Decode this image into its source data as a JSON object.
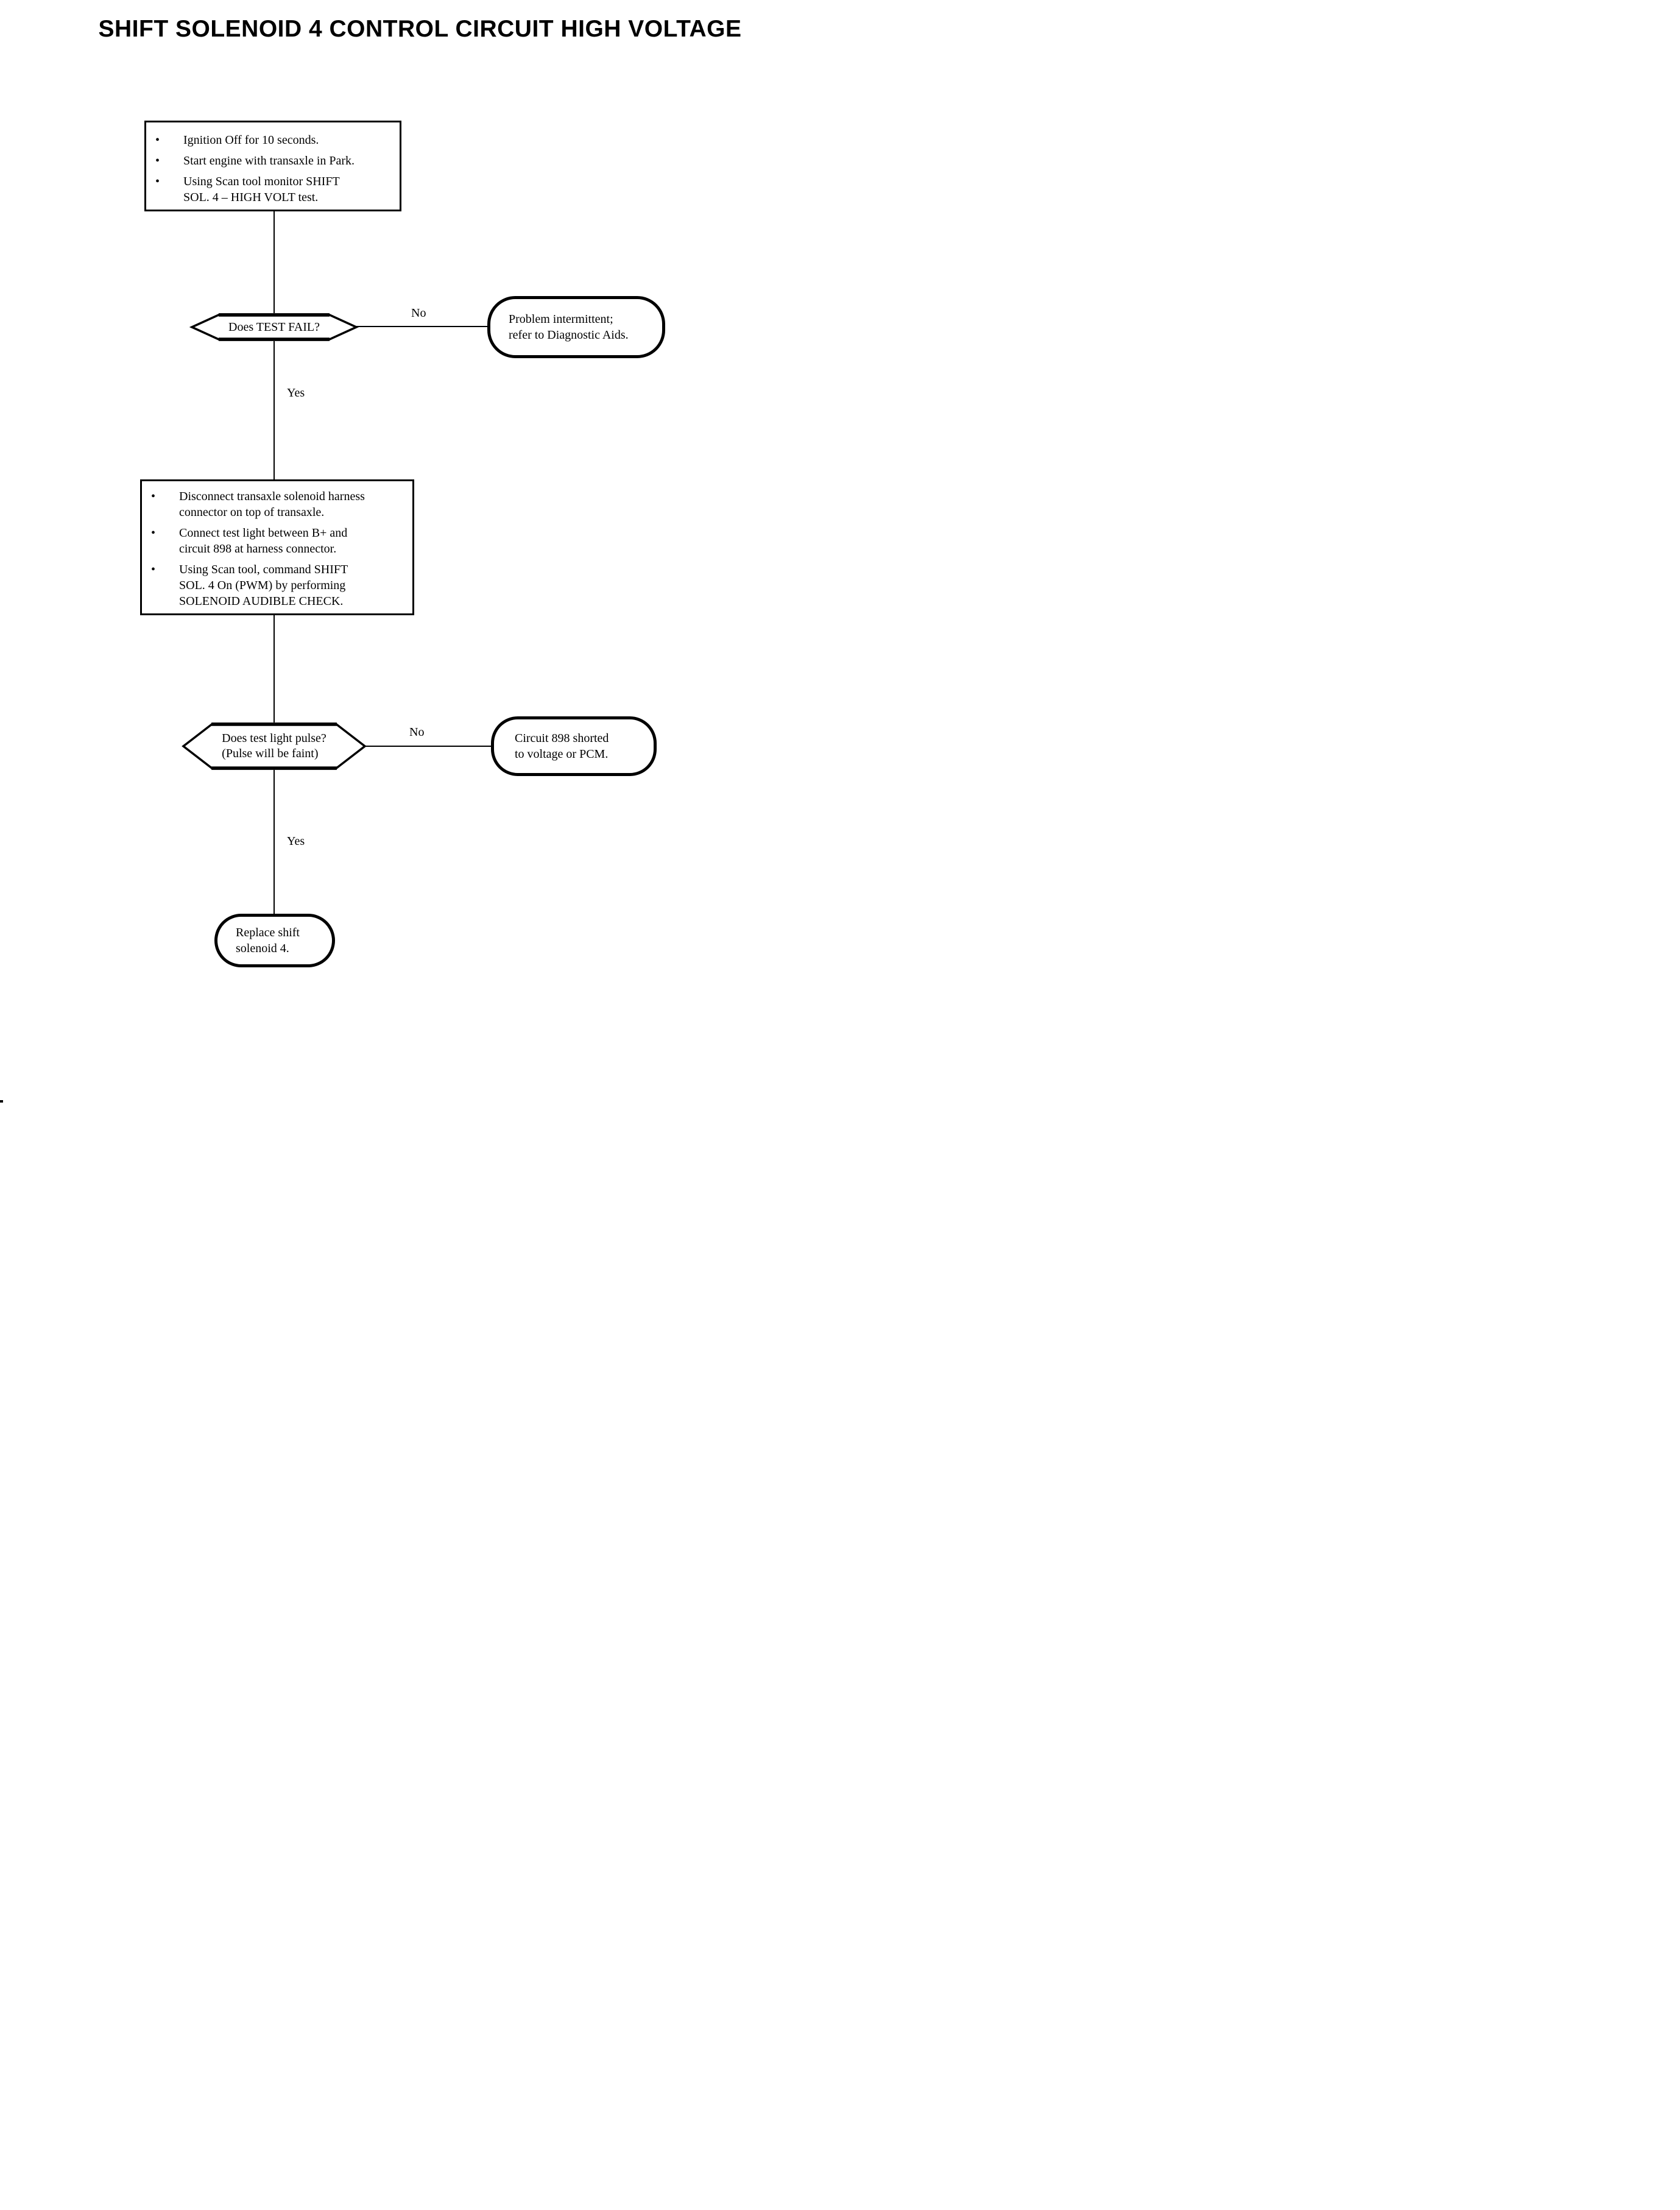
{
  "page": {
    "title": "SHIFT SOLENOID 4 CONTROL CIRCUIT HIGH VOLTAGE"
  },
  "colors": {
    "ink": "#000000",
    "paper": "#ffffff"
  },
  "bullet_glyph": "•",
  "edge_labels": {
    "decision1_no": "No",
    "decision1_yes": "Yes",
    "decision2_no": "No",
    "decision2_yes": "Yes"
  },
  "step1": {
    "bullets": [
      {
        "lines": [
          "Ignition Off for 10 seconds."
        ]
      },
      {
        "lines": [
          "Start engine with transaxle in Park."
        ]
      },
      {
        "lines": [
          "Using Scan tool monitor SHIFT",
          "SOL. 4 – HIGH VOLT test."
        ]
      }
    ]
  },
  "decision1": {
    "question": "Does TEST FAIL?"
  },
  "terminal1": {
    "lines": [
      "Problem intermittent;",
      "refer to Diagnostic Aids."
    ]
  },
  "step2": {
    "bullets": [
      {
        "lines": [
          "Disconnect transaxle solenoid harness",
          "connector on top of transaxle."
        ]
      },
      {
        "lines": [
          "Connect test light between B+ and",
          "circuit 898 at harness connector."
        ]
      },
      {
        "lines": [
          "Using Scan tool, command SHIFT",
          "SOL. 4 On (PWM) by performing",
          "SOLENOID AUDIBLE CHECK."
        ]
      }
    ]
  },
  "decision2": {
    "question_lines": [
      "Does test light pulse?",
      "(Pulse will be faint)"
    ]
  },
  "terminal2": {
    "lines": [
      "Circuit 898 shorted",
      "to voltage or PCM."
    ]
  },
  "terminal3": {
    "lines": [
      "Replace shift",
      "solenoid 4."
    ]
  }
}
